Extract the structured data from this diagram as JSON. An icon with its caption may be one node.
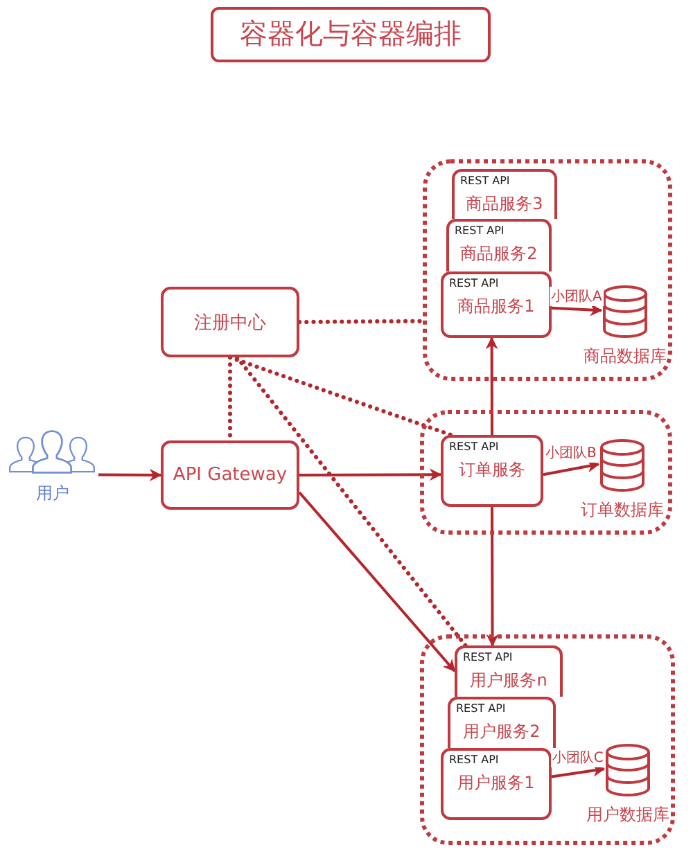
{
  "diagram": {
    "title": "容器化与容器编排",
    "nodes": [
      {
        "text": [],
        "shape": "box"
      },
      {
        "text": [
          "REST API",
          "商品服务3"
        ],
        "in": 0
      },
      {
        "text": [
          "REST API",
          "商品服务2"
        ],
        "in": 0
      },
      {
        "text": [
          "REST API",
          "商品服务1"
        ],
        "in": 0
      },
      {
        "text": [
          "商品数据库"
        ],
        "in": 0
      },
      {
        "text": [],
        "shape": "box"
      },
      {
        "text": [
          "REST API",
          "订单服务"
        ],
        "in": 5
      },
      {
        "text": [
          "订单数据库"
        ],
        "in": 5
      },
      {
        "text": [],
        "shape": "box"
      },
      {
        "text": [
          "REST API",
          "用户服务n"
        ],
        "in": 8
      },
      {
        "text": [
          "REST API",
          "用户服务2"
        ],
        "in": 8
      },
      {
        "text": [
          "REST API",
          "用户服务1"
        ],
        "in": 8
      },
      {
        "text": [
          "用户数据库"
        ],
        "in": 8
      },
      {
        "text": [
          "注册中心"
        ]
      },
      {
        "text": [
          "API Gateway"
        ]
      },
      {
        "text": [
          "用户"
        ]
      }
    ],
    "edges": [
      {
        "from": 3,
        "to": 4,
        "arrow": "to",
        "label": "小团队A"
      },
      {
        "from": 6,
        "to": 7,
        "arrow": "to",
        "label": "小团队B"
      },
      {
        "from": 11,
        "to": 12,
        "arrow": "to",
        "label": "小团队C"
      },
      {
        "from": 15,
        "to": 14,
        "arrow": "to"
      },
      {
        "from": 14,
        "to": 6,
        "arrow": "to"
      },
      {
        "from": 14,
        "to": 9,
        "arrow": "to"
      },
      {
        "from": 6,
        "to": 3,
        "arrow": "to"
      },
      {
        "from": 6,
        "to": 9,
        "arrow": "to"
      },
      {
        "from": 13,
        "to": 0,
        "arrow": "none",
        "style": "dashed"
      },
      {
        "from": 13,
        "to": 6,
        "arrow": "none",
        "style": "dashed"
      },
      {
        "from": 13,
        "to": 9,
        "arrow": "none",
        "style": "dashed"
      },
      {
        "from": 13,
        "to": 14,
        "arrow": "none",
        "style": "dashed"
      }
    ]
  }
}
